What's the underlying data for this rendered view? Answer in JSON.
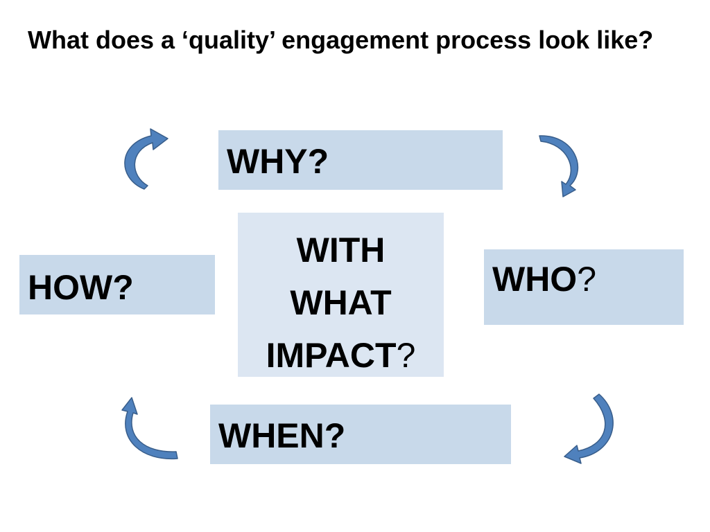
{
  "slide": {
    "title": "What does a ‘quality’ engagement process look like?"
  },
  "boxes": {
    "why": {
      "label": "WHY?"
    },
    "who": {
      "label": "WHO",
      "suffix": "?"
    },
    "how": {
      "label": "HOW?"
    },
    "when": {
      "label": "WHEN?"
    },
    "center": {
      "line1": "WITH",
      "line2": "WHAT",
      "line3": "IMPACT",
      "suffix": "?"
    }
  },
  "colors": {
    "box_fill": "#c8d9ea",
    "center_fill": "#dce6f2",
    "arrow_fill": "#4f81bd",
    "arrow_stroke": "#385d8a"
  }
}
